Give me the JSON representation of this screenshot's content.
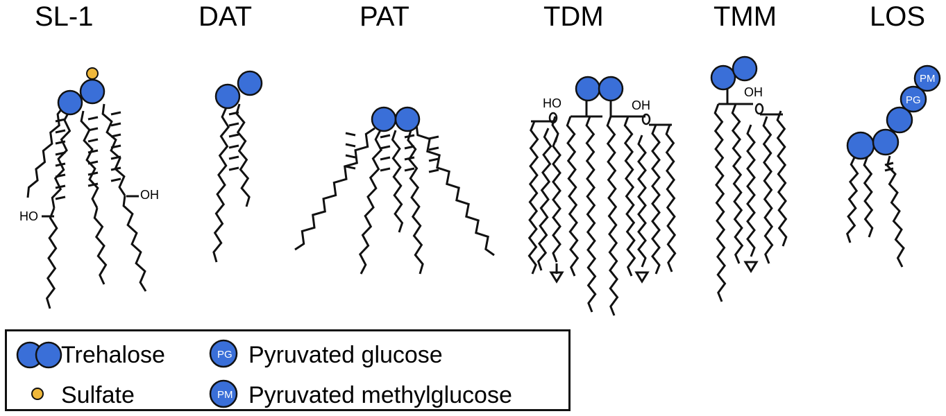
{
  "titles": {
    "sl1": "SL-1",
    "dat": "DAT",
    "pat": "PAT",
    "tdm": "TDM",
    "tmm": "TMM",
    "los": "LOS"
  },
  "labels": {
    "ho": "HO",
    "oh": "OH",
    "pg": "PG",
    "pm": "PM"
  },
  "legend": {
    "trehalose": "Trehalose",
    "sulfate": "Sulfate",
    "pyruvated_glucose": "Pyruvated glucose",
    "pyruvated_methylglucose": "Pyruvated methylglucose"
  },
  "colors": {
    "sugar_fill": "#3a6fd8",
    "sulfate_fill": "#f0b83a",
    "stroke": "#111111"
  }
}
